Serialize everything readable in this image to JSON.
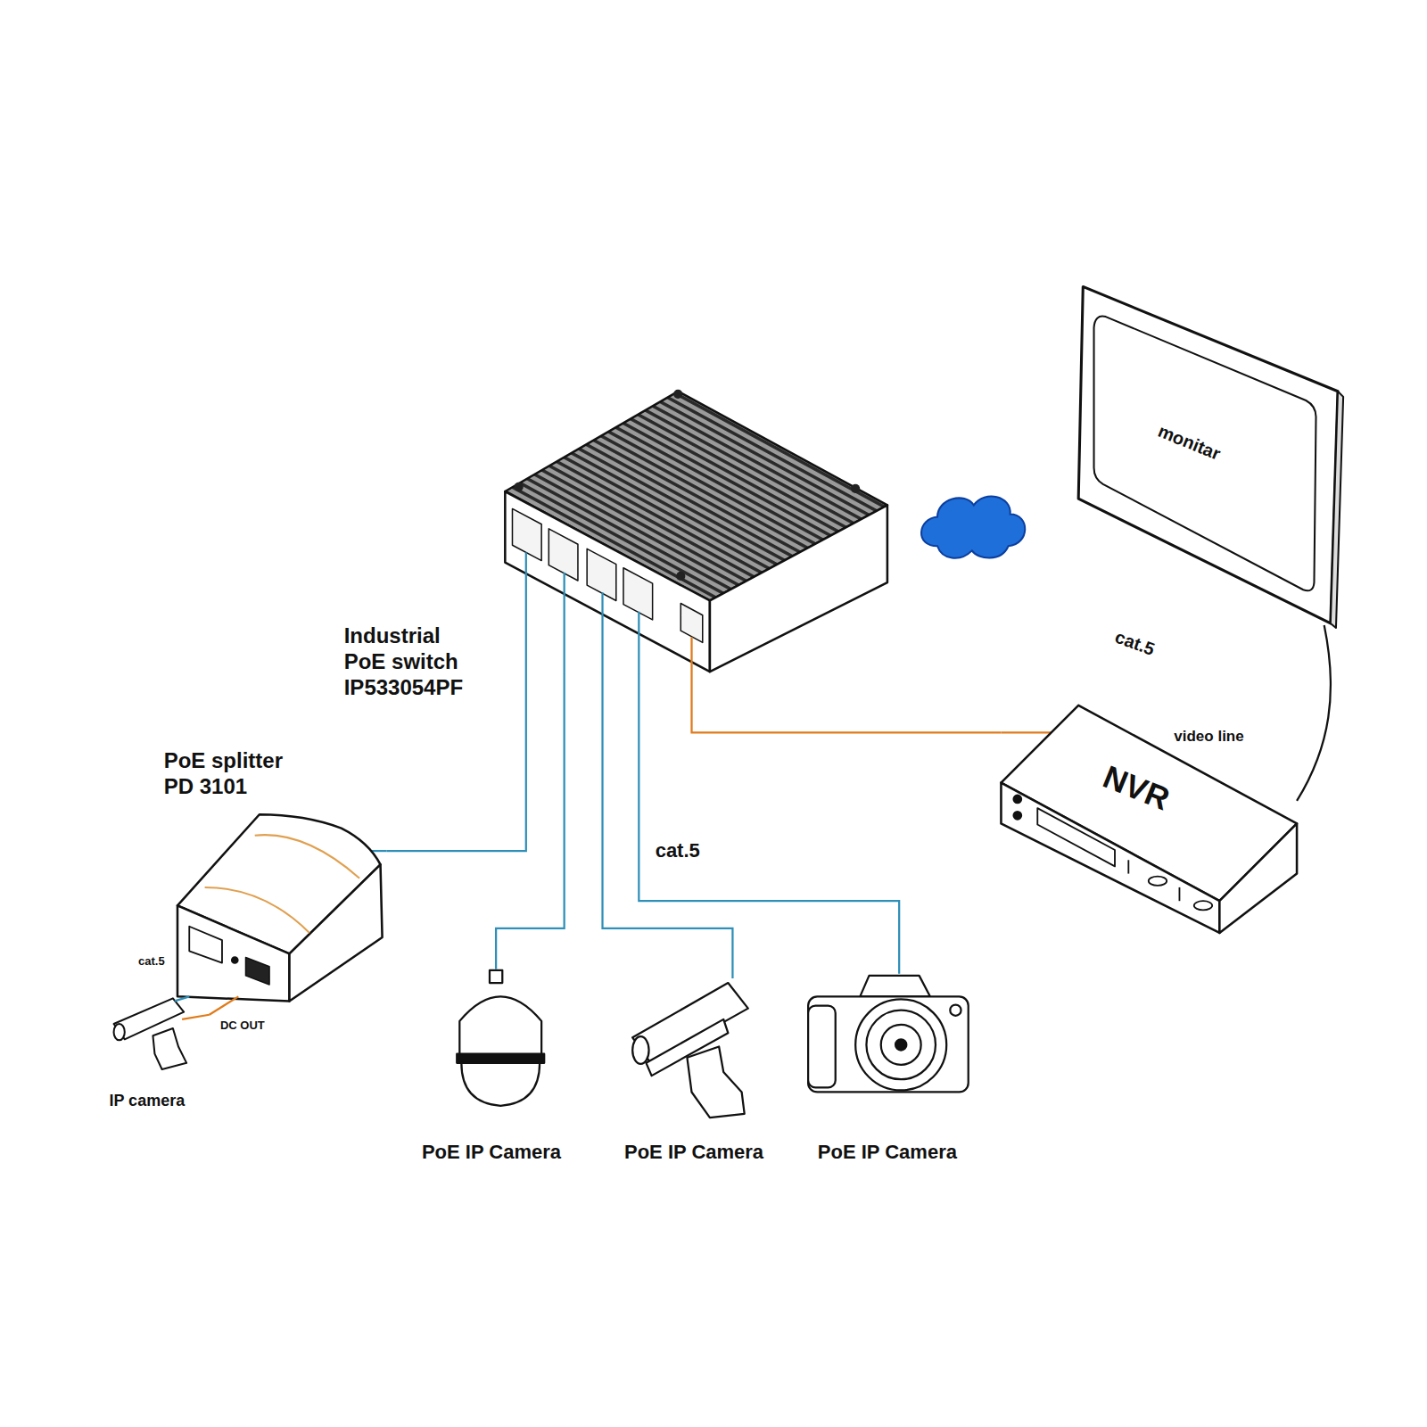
{
  "diagram": {
    "nodes": [
      {
        "text": [
          "Industrial PoE switch IP533054PF"
        ]
      },
      {
        "text": [
          "PoE splitter PD 3101"
        ]
      },
      {
        "text": [
          "IP camera"
        ]
      },
      {
        "text": [
          "PoE IP Camera"
        ]
      },
      {
        "text": [
          "PoE IP Camera"
        ]
      },
      {
        "text": [
          "PoE IP Camera"
        ]
      },
      {
        "text": [
          "NVR"
        ]
      },
      {
        "text": [
          "monitar"
        ]
      }
    ],
    "edges": [
      {
        "from": 0,
        "to": 1,
        "arrow": "none"
      },
      {
        "from": 0,
        "to": 3,
        "arrow": "none"
      },
      {
        "from": 0,
        "to": 4,
        "arrow": "none"
      },
      {
        "from": 0,
        "to": 5,
        "arrow": "none",
        "label": "cat.5"
      },
      {
        "from": 0,
        "to": 6,
        "arrow": "none"
      },
      {
        "from": 6,
        "to": 7,
        "arrow": "none",
        "label": "video line"
      },
      {
        "from": 1,
        "to": 2,
        "arrow": "none",
        "label": "cat.5"
      },
      {
        "from": 1,
        "to": 2,
        "arrow": "none",
        "label": "DC OUT"
      }
    ],
    "labels": [
      "cat.5"
    ]
  }
}
